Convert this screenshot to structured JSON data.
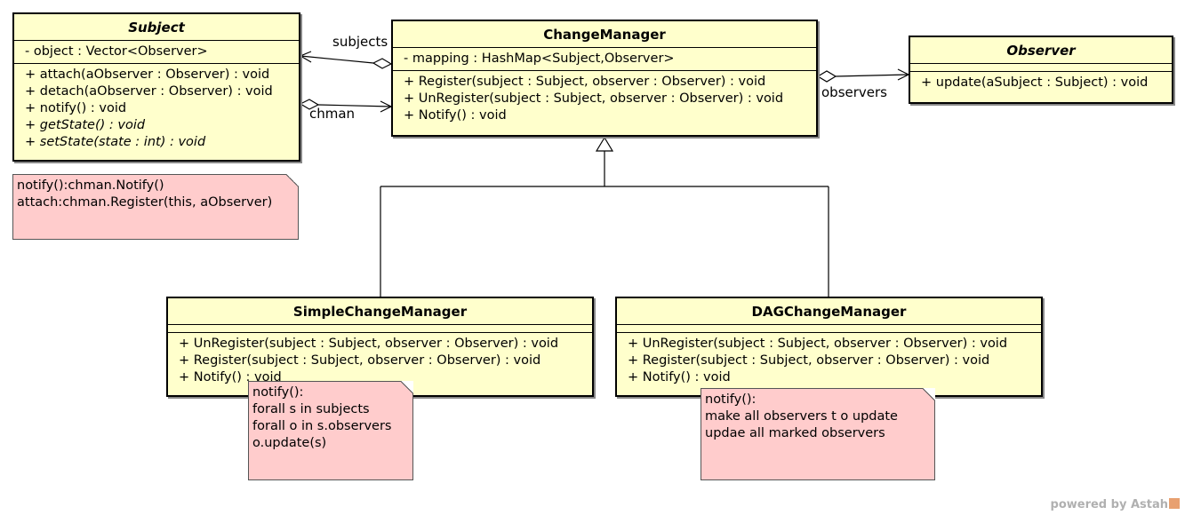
{
  "classes": {
    "subject": {
      "name": "Subject",
      "attributes": [
        "- object : Vector<Observer>"
      ],
      "operations": [
        "+ attach(aObserver : Observer) : void",
        "+ detach(aObserver : Observer) : void",
        "+ notify() : void",
        "+ getState() : void",
        "+ setState(state : int) : void"
      ]
    },
    "change_manager": {
      "name": "ChangeManager",
      "attributes": [
        "- mapping : HashMap<Subject,Observer>"
      ],
      "operations": [
        "+ Register(subject : Subject, observer : Observer) : void",
        "+ UnRegister(subject : Subject, observer : Observer) : void",
        "+ Notify() : void"
      ]
    },
    "observer": {
      "name": "Observer",
      "operations": [
        "+ update(aSubject : Subject) : void"
      ]
    },
    "simple_change_manager": {
      "name": "SimpleChangeManager",
      "operations": [
        "+ UnRegister(subject : Subject, observer : Observer) : void",
        "+ Register(subject : Subject, observer : Observer) : void",
        "+ Notify() : void"
      ]
    },
    "dag_change_manager": {
      "name": "DAGChangeManager",
      "operations": [
        "+ UnRegister(subject : Subject, observer : Observer) : void",
        "+ Register(subject : Subject, observer : Observer) : void",
        "+ Notify() : void"
      ]
    }
  },
  "notes": {
    "subject_note": [
      "notify():chman.Notify()",
      "attach:chman.Register(this, aObserver)"
    ],
    "simple_note": [
      "notify():",
      "forall s in subjects",
      "forall o in s.observers",
      "o.update(s)"
    ],
    "dag_note": [
      "notify():",
      "make all observers t o update",
      "updae all marked observers"
    ]
  },
  "associations": {
    "subjects_label": "subjects",
    "chman_label": "chman",
    "observers_label": "observers"
  },
  "footer": {
    "brand": "powered by Astah"
  }
}
